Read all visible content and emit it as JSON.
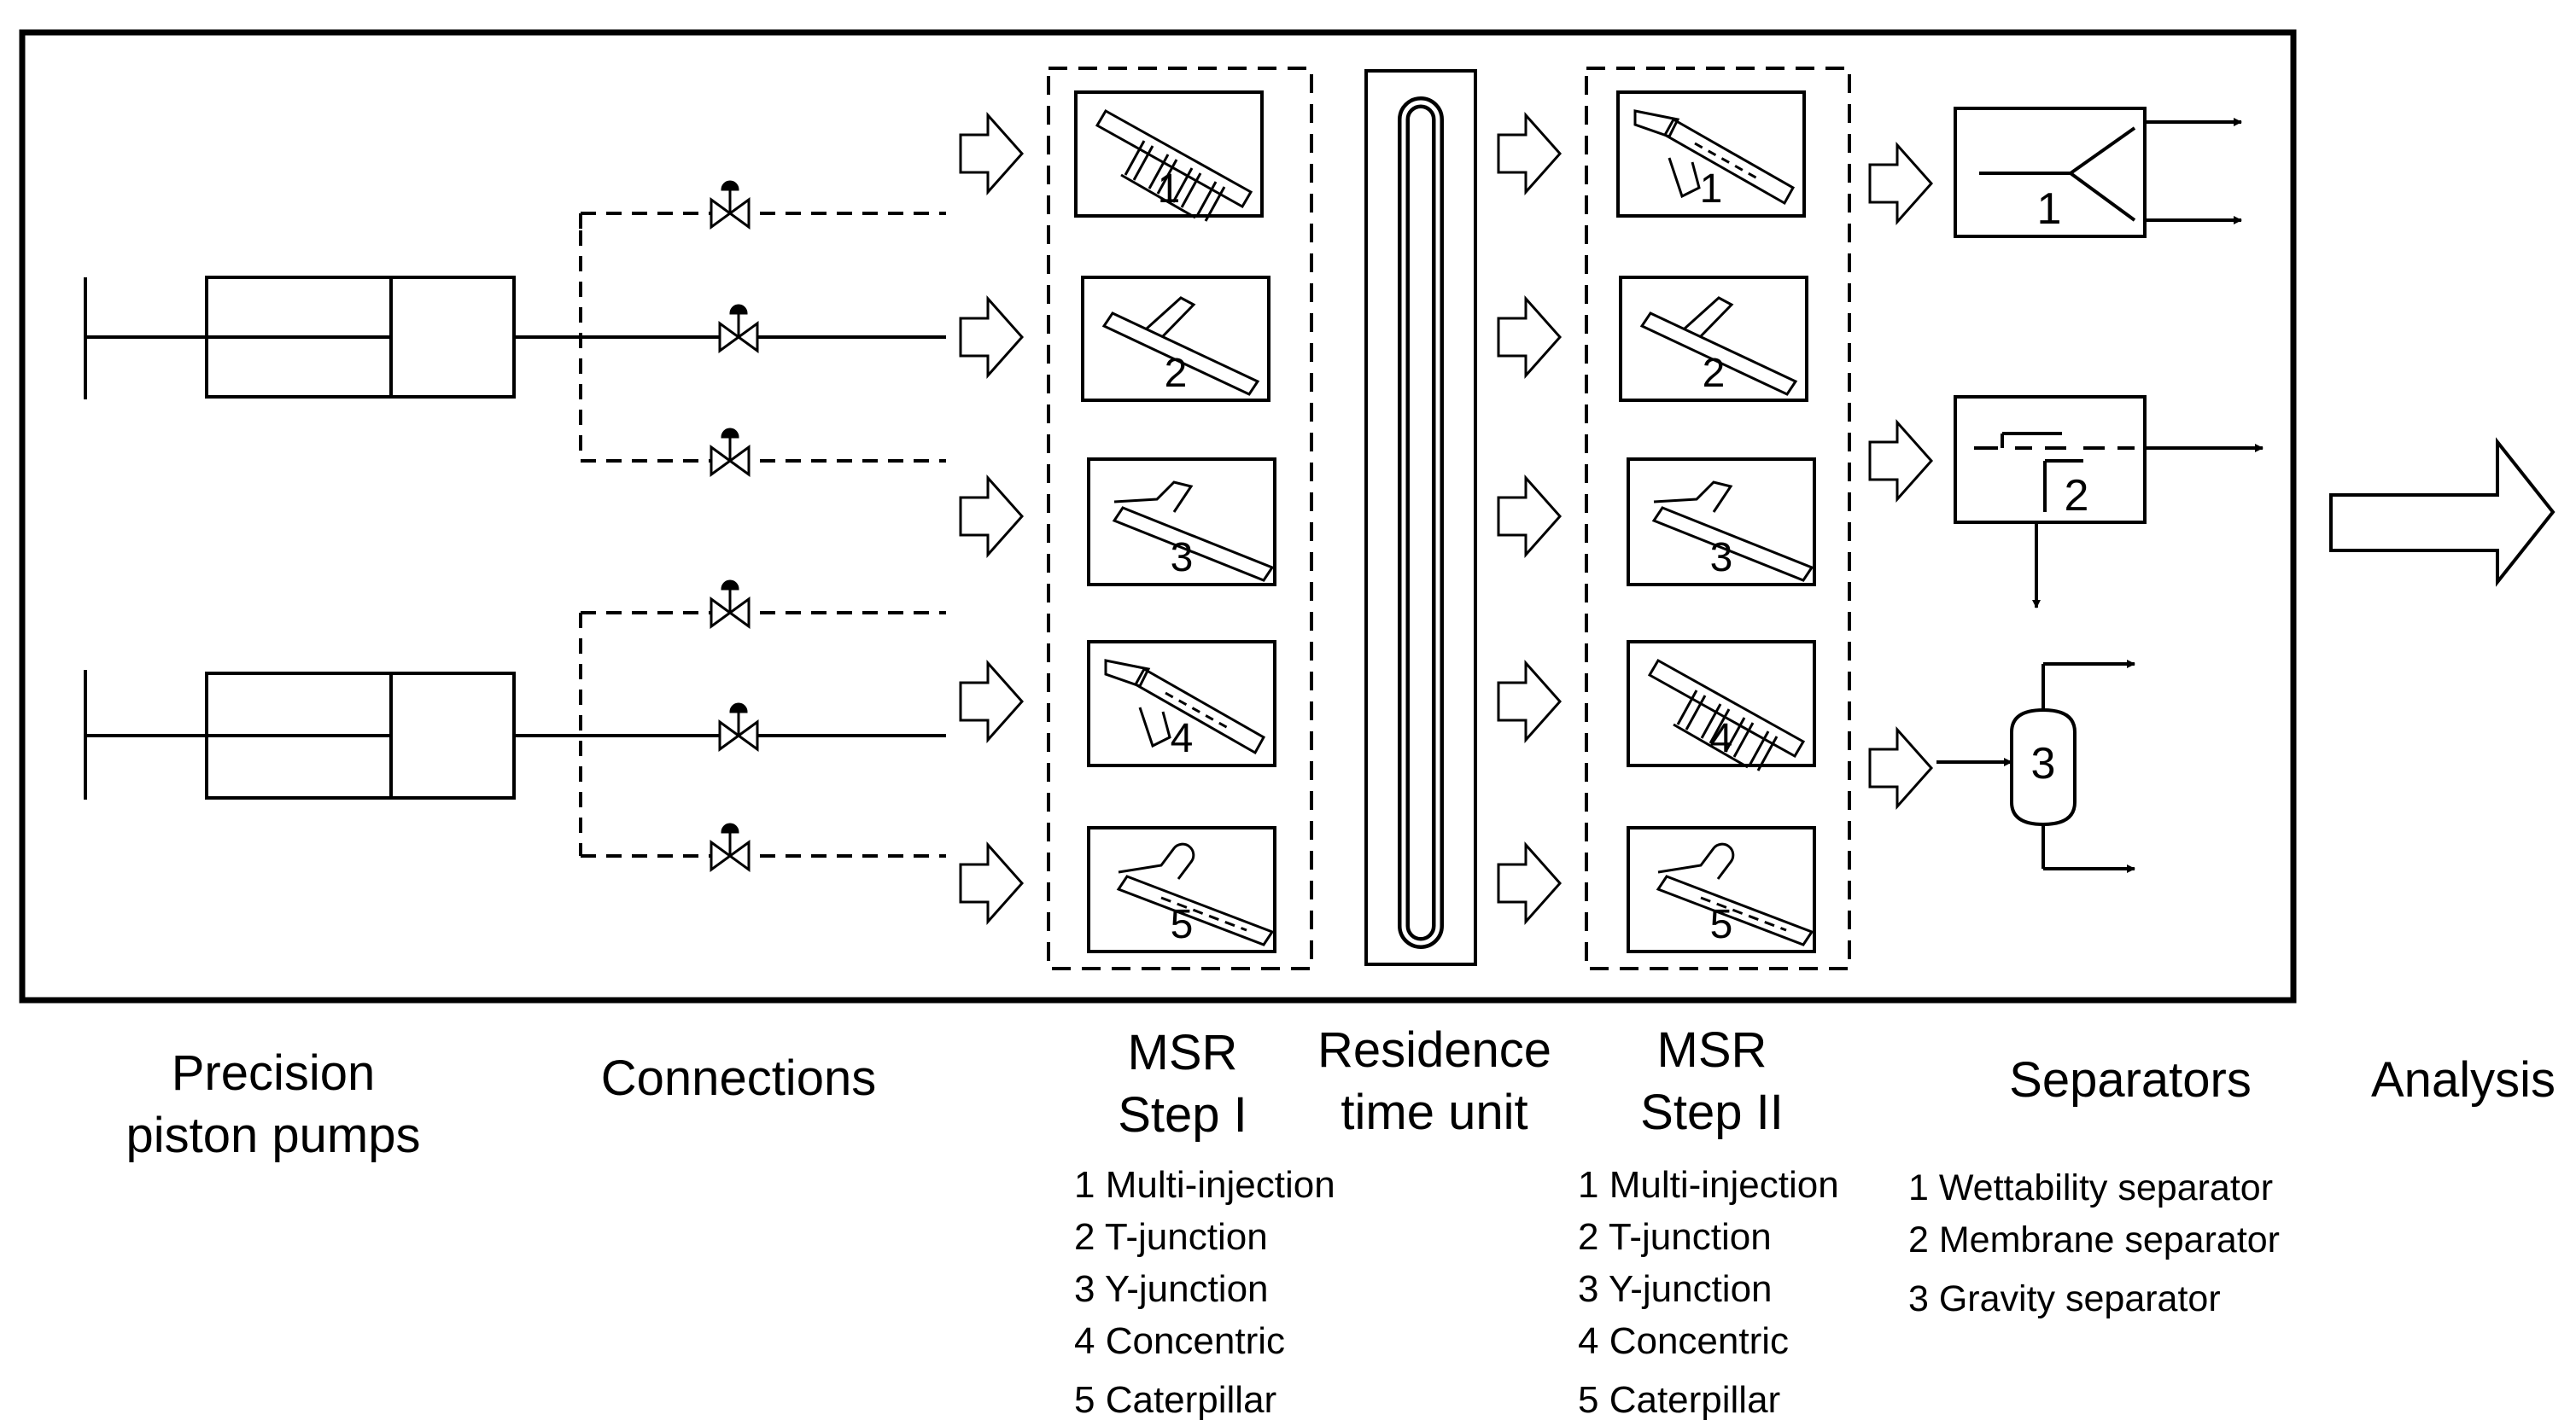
{
  "stages": {
    "pumps": "Precision\npiston pumps",
    "connections": "Connections",
    "msr1": "MSR\nStep I",
    "residence": "Residence\ntime unit",
    "msr2": "MSR\nStep II",
    "separators": "Separators",
    "analysis": "Analysis"
  },
  "mixer_numbers": [
    "1",
    "2",
    "3",
    "4",
    "5"
  ],
  "mixer_icons": {
    "msr1": [
      "multi-injection-icon",
      "t-junction-icon",
      "y-junction-icon",
      "concentric-icon",
      "caterpillar-icon"
    ],
    "msr2": [
      "concentric-icon",
      "t-junction-icon",
      "y-junction-icon",
      "multi-injection-icon",
      "caterpillar-icon"
    ]
  },
  "separator_numbers": [
    "1",
    "2",
    "3"
  ],
  "legend_msr1": [
    "1 Multi-injection",
    "2 T-junction",
    "3 Y-junction",
    "4 Concentric",
    "5 Caterpillar"
  ],
  "legend_msr2": [
    "1 Multi-injection",
    "2 T-junction",
    "3 Y-junction",
    "4 Concentric",
    "5 Caterpillar"
  ],
  "legend_separators": [
    "1 Wettability separator",
    "2 Membrane separator",
    "3 Gravity separator"
  ]
}
